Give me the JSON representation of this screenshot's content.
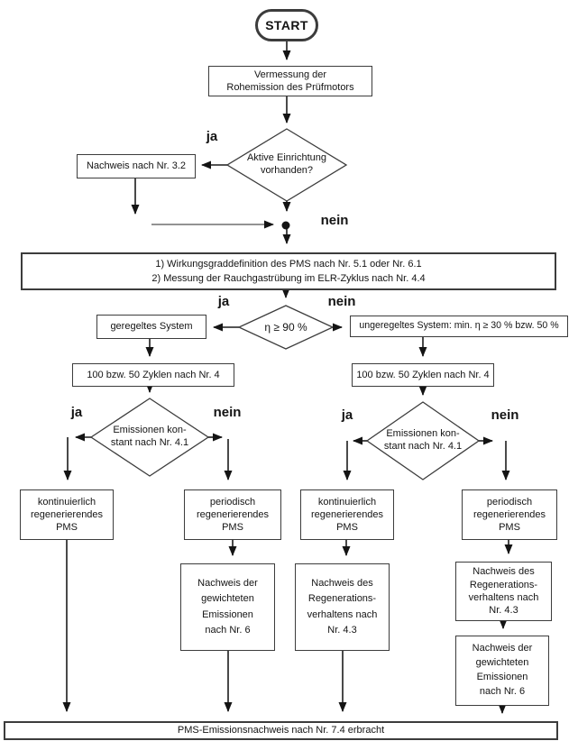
{
  "labels": {
    "ja": "ja",
    "nein": "nein"
  },
  "nodes": {
    "start": "START",
    "raw_emission": "Vermessung der\nRohemission des Prüfmotors",
    "active_device_q": "Aktive Einrichtung\nvorhanden?",
    "nachweis_3_2": "Nachweis nach Nr. 3.2",
    "definitions": "1) Wirkungsgraddefinition des PMS nach Nr. 5.1 oder Nr. 6.1\n2) Messung der Rauchgastrübung im ELR-Zyklus nach Nr. 4.4",
    "eta_90_q": "η ≥ 90 %",
    "geregeltes_system": "geregeltes System",
    "ungeregeltes_system": "ungeregeltes System: min. η ≥ 30 % bzw. 50 %",
    "zyklen_left": "100 bzw. 50 Zyklen nach Nr. 4",
    "zyklen_right": "100 bzw. 50 Zyklen nach Nr. 4",
    "emissions_konstant_left": "Emissionen kon-\nstant nach Nr. 4.1",
    "emissions_konstant_right": "Emissionen kon-\nstant nach Nr. 4.1",
    "kont_pms_left": "kontinuierlich\nregenerierendes\nPMS",
    "per_pms_left": "periodisch\nregenerierendes\nPMS",
    "kont_pms_right": "kontinuierlich\nregenerierendes\nPMS",
    "per_pms_right": "periodisch\nregenerierendes\nPMS",
    "nachweis_gewichtet_col2": "Nachweis der\ngewichteten\nEmissionen\nnach Nr. 6",
    "nachweis_regen_col3": "Nachweis des\nRegenerations-\nverhaltens nach\nNr. 4.3",
    "nachweis_regen_col4": "Nachweis des\nRegenerations-\nverhaltens nach\nNr. 4.3",
    "nachweis_gewichtet_col4": "Nachweis der\ngewichteten\nEmissionen\nnach Nr. 6",
    "final_result": "PMS-Emissionsnachweis nach Nr. 7.4 erbracht"
  },
  "colors": {
    "ink": "#1a1a1a",
    "background": "#ffffff",
    "merge_line": "#6f6f6f"
  }
}
